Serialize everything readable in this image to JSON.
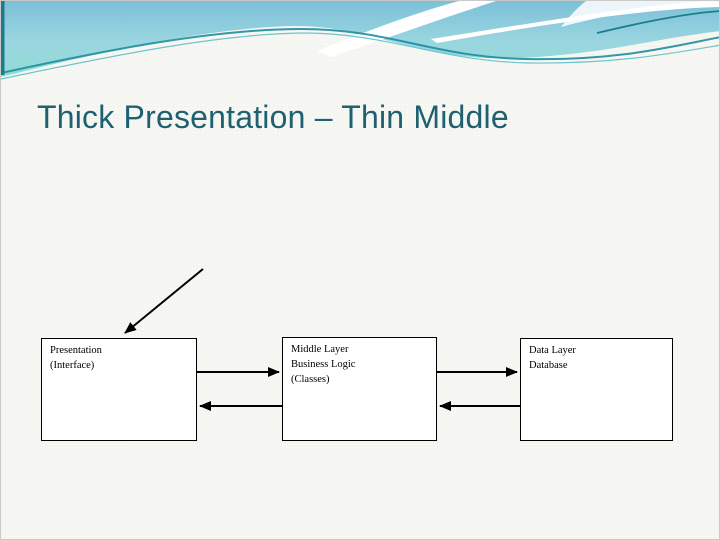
{
  "slide": {
    "title": "Thick Presentation – Thin Middle",
    "title_color": "#1F6170",
    "background_color": "#F7F7F4"
  },
  "header": {
    "decoration_name": "teal-wave-banner",
    "colors": {
      "band_top": "#7CC0D8",
      "band_mid": "#9AD6E0",
      "band_bottom": "#8FDCD3",
      "ribbon_dark": "#1E8D9E",
      "ribbon_light": "#5FBFC9",
      "edge_strip": "#1C7B8C",
      "wave_white": "#FFFFFF"
    }
  },
  "diagram": {
    "arrow_color": "#000000",
    "box_border_color": "#000000",
    "boxes": [
      {
        "name": "presentation",
        "lines": [
          "Presentation",
          "(Interface)"
        ]
      },
      {
        "name": "middle-layer",
        "lines": [
          "Middle Layer",
          "Business Logic",
          "(Classes)"
        ]
      },
      {
        "name": "data-layer",
        "lines": [
          "Data Layer",
          "Database"
        ]
      }
    ]
  }
}
